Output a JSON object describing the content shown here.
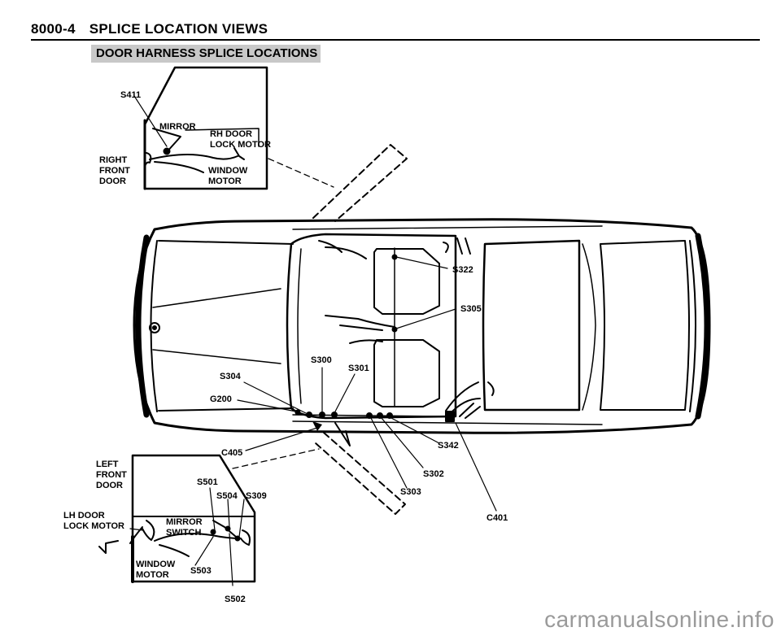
{
  "header": {
    "section": "8000-4",
    "title": "SPLICE LOCATION VIEWS"
  },
  "subtitle": "DOOR HARNESS SPLICE LOCATIONS",
  "watermark": "carmanualsonline.info",
  "labels": {
    "s411": "S411",
    "mirror_r": "MIRROR",
    "rh_door": "RH DOOR",
    "lock_motor_r": "LOCK MOTOR",
    "right": "RIGHT",
    "front_r": "FRONT",
    "door_r": "DOOR",
    "window_r": "WINDOW",
    "motor_r": "MOTOR",
    "s322": "S322",
    "s305": "S305",
    "s300": "S300",
    "s301": "S301",
    "s304": "S304",
    "g200": "G200",
    "c405": "C405",
    "s342": "S342",
    "s302": "S302",
    "s303": "S303",
    "c401": "C401",
    "left": "LEFT",
    "front_l": "FRONT",
    "door_l": "DOOR",
    "s501": "S501",
    "s504": "S504",
    "s309": "S309",
    "lh_door": "LH DOOR",
    "lock_motor_l": "LOCK MOTOR",
    "mirror_l": "MIRROR",
    "switch": "SWITCH",
    "window_l": "WINDOW",
    "motor_l": "MOTOR",
    "s503": "S503",
    "s502": "S502"
  }
}
